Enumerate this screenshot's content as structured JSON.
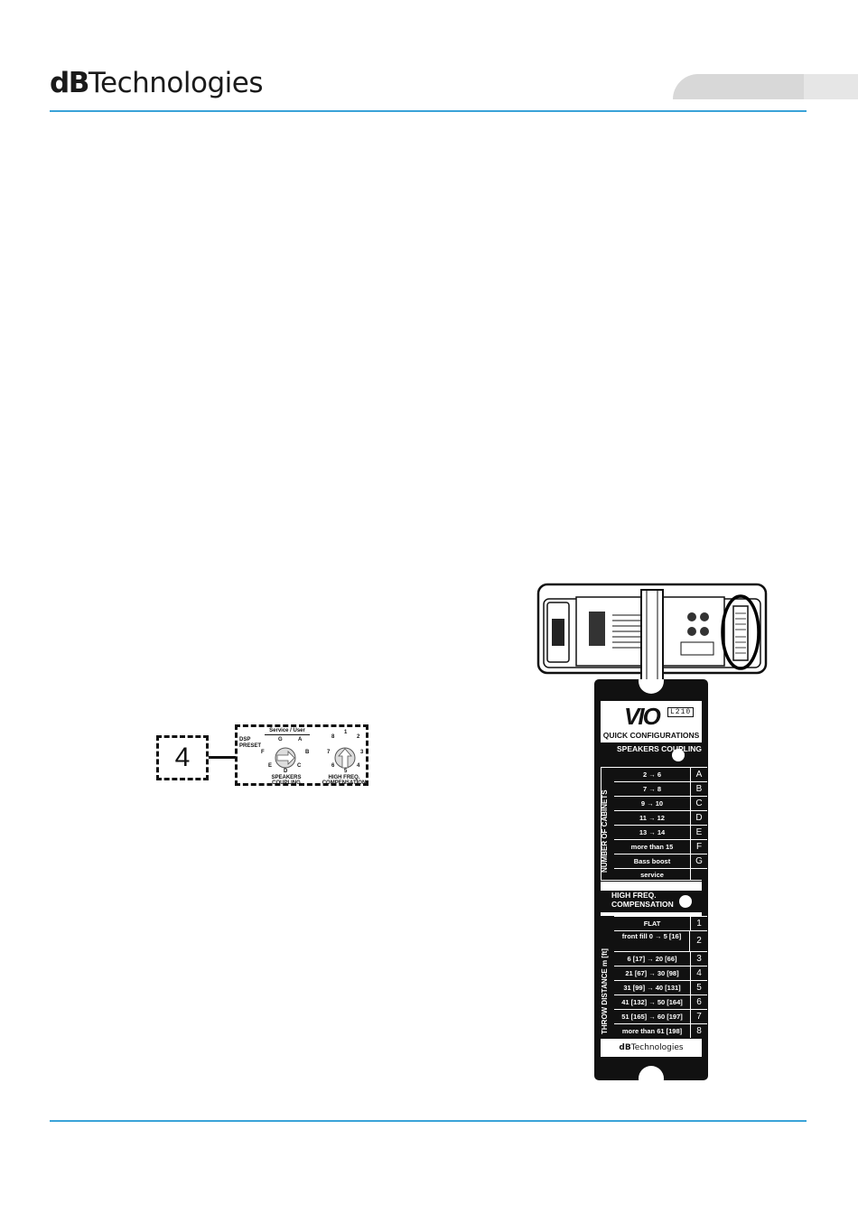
{
  "header": {
    "brand_bold": "dB",
    "brand_rest": "Technologies"
  },
  "dsp_diagram": {
    "box_number": "4",
    "panel_title": "DSP PRESET",
    "service_user": "Service / User",
    "coupling_positions": [
      "G",
      "A",
      "F",
      "B",
      "E",
      "C",
      "D"
    ],
    "coupling_label": "SPEAKERS COUPLING",
    "hf_positions": [
      "8",
      "1",
      "2",
      "7",
      "3",
      "6",
      "4",
      "5"
    ],
    "hf_label": "HIGH FREQ. COMPENSATION"
  },
  "card": {
    "logo": "VIO",
    "model": "L210",
    "title": "QUICK CONFIGURATIONS",
    "coupling_header": "SPEAKERS COUPLING",
    "coupling_axis_label": "NUMBER OF CABINETS",
    "coupling_rows": [
      {
        "range": "2 → 6",
        "key": "A"
      },
      {
        "range": "7 → 8",
        "key": "B"
      },
      {
        "range": "9 → 10",
        "key": "C"
      },
      {
        "range": "11 → 12",
        "key": "D"
      },
      {
        "range": "13 → 14",
        "key": "E"
      },
      {
        "range": "more than 15",
        "key": "F"
      },
      {
        "range": "Bass boost",
        "key": "G"
      },
      {
        "range": "service",
        "key": ""
      }
    ],
    "hf_header": "HIGH FREQ. COMPENSATION",
    "hf_axis_label": "THROW DISTANCE m [ft]",
    "hf_rows": [
      {
        "range": "FLAT",
        "key": "1"
      },
      {
        "range": "front fill 0 → 5 [16]",
        "key": "2"
      },
      {
        "range": "6 [17] → 20 [66]",
        "key": "3"
      },
      {
        "range": "21 [67] → 30 [98]",
        "key": "4"
      },
      {
        "range": "31 [99] → 40 [131]",
        "key": "5"
      },
      {
        "range": "41 [132] → 50 [164]",
        "key": "6"
      },
      {
        "range": "51 [165] → 60 [197]",
        "key": "7"
      },
      {
        "range": "more than 61 [198]",
        "key": "8"
      }
    ],
    "footer_bold": "dB",
    "footer_rest": "Technologies"
  }
}
